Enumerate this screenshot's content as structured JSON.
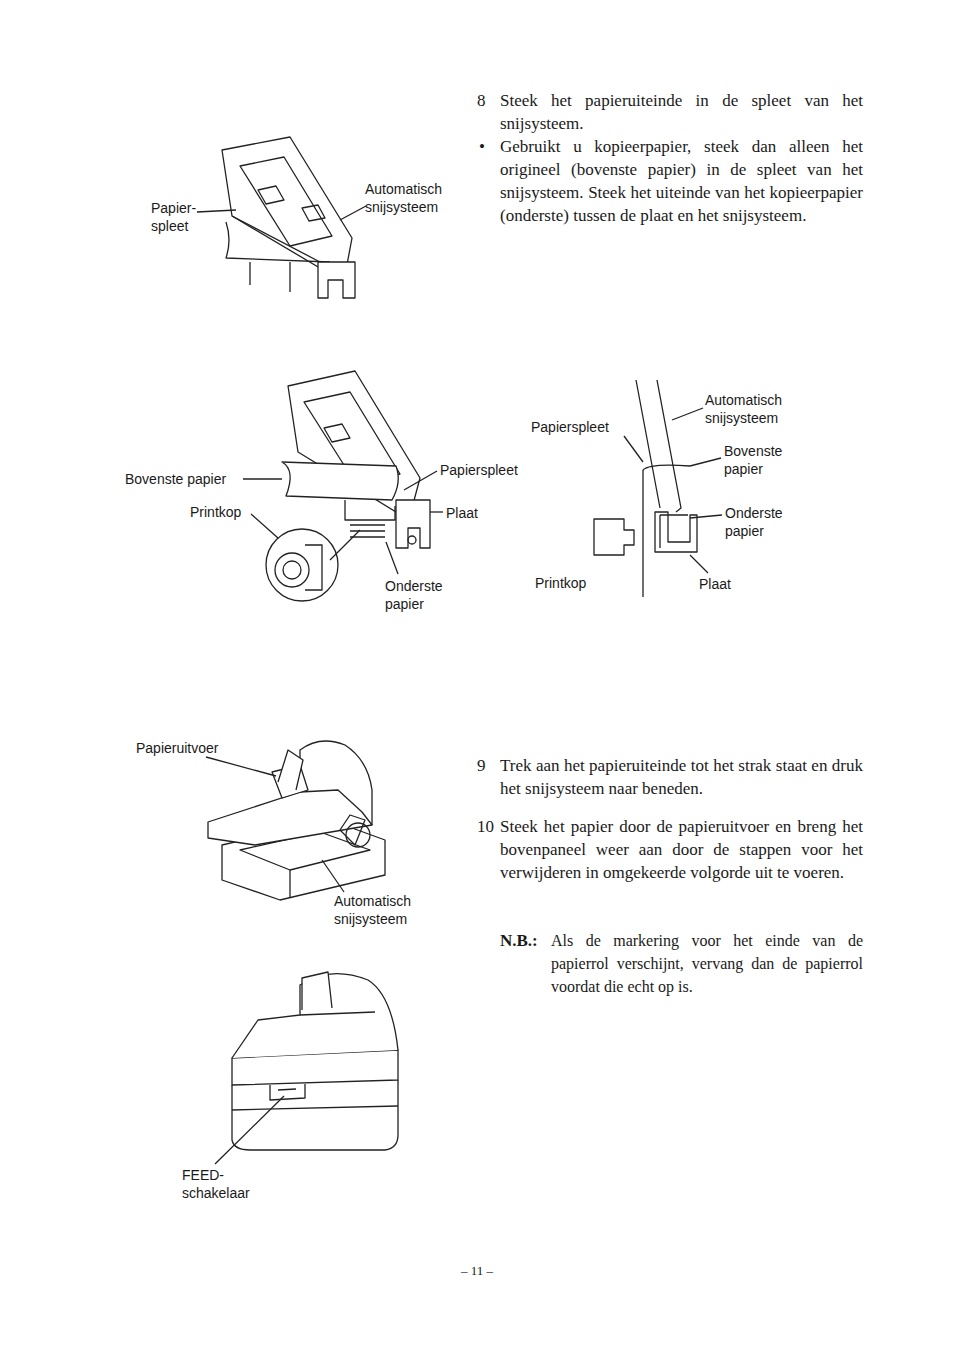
{
  "diagram": {
    "labels": [
      "8",
      "Steek het papieruiteinde in de spleet van het snijsysteem.",
      "•",
      "Gebruikt u kopieerpapier, steek dan alleen het origineel (bovenste papier) in de spleet van het snijsysteem. Steek het uiteinde van het kopieerpapier (onderste) tussen de plaat en het snijsysteem.",
      "Papier- spleet",
      "Automatisch snijsysteem",
      "Bovenste papier",
      "Printkop",
      "Papierspleet",
      "Plaat",
      "Onderste papier",
      "Papierspleet",
      "Automatisch snijsysteem",
      "Bovenste papier",
      "Onderste papier",
      "Printkop",
      "Plaat",
      "Papieruitvoer",
      "Automatisch snijsysteem",
      "9",
      "Trek aan het papieruiteinde tot het strak staat en druk het snijsysteem naar beneden.",
      "10",
      "Steek het papier door de papieruitvoer en breng het bovenpaneel weer aan door de stappen voor het verwijderen in omgekeerde volgorde uit te voeren.",
      "N.B.:",
      "Als de markering voor het einde van de papierrol verschijnt, vervang dan de papierrol voordat die echt op is.",
      "FEED- schakelaar",
      "– 11 –"
    ]
  }
}
